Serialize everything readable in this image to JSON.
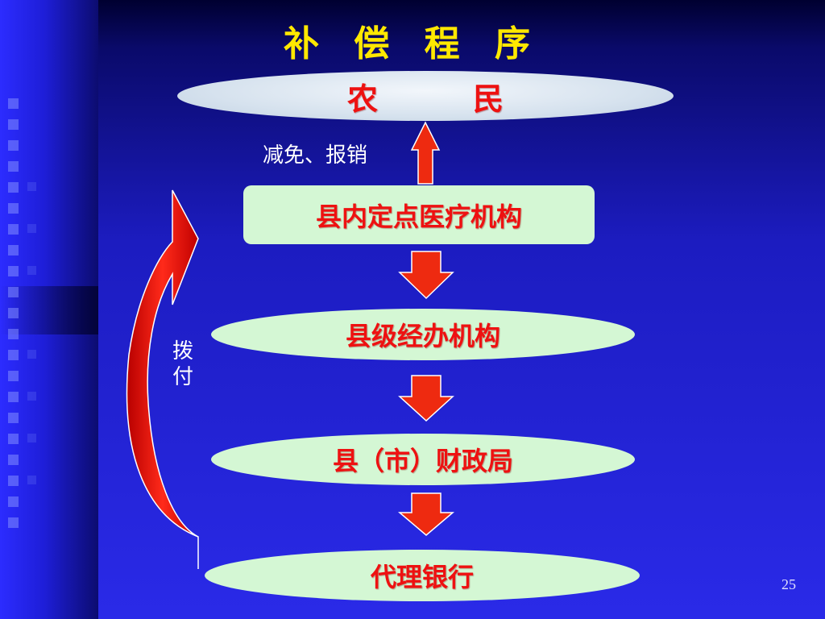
{
  "title": "补 偿 程 序",
  "nodes": {
    "farmer": "农　民",
    "county_hospital": "县内定点医疗机构",
    "county_agency": "县级经办机构",
    "finance_bureau": "县（市）财政局",
    "agent_bank": "代理银行"
  },
  "labels": {
    "reduce_reimburse": "减免、报销",
    "allocate": "拨付"
  },
  "page_number": "25",
  "colors": {
    "title": "#ffe800",
    "node_text": "#ee1111",
    "node_fill": "#d4f7d4",
    "arrow": "#ee1111"
  }
}
